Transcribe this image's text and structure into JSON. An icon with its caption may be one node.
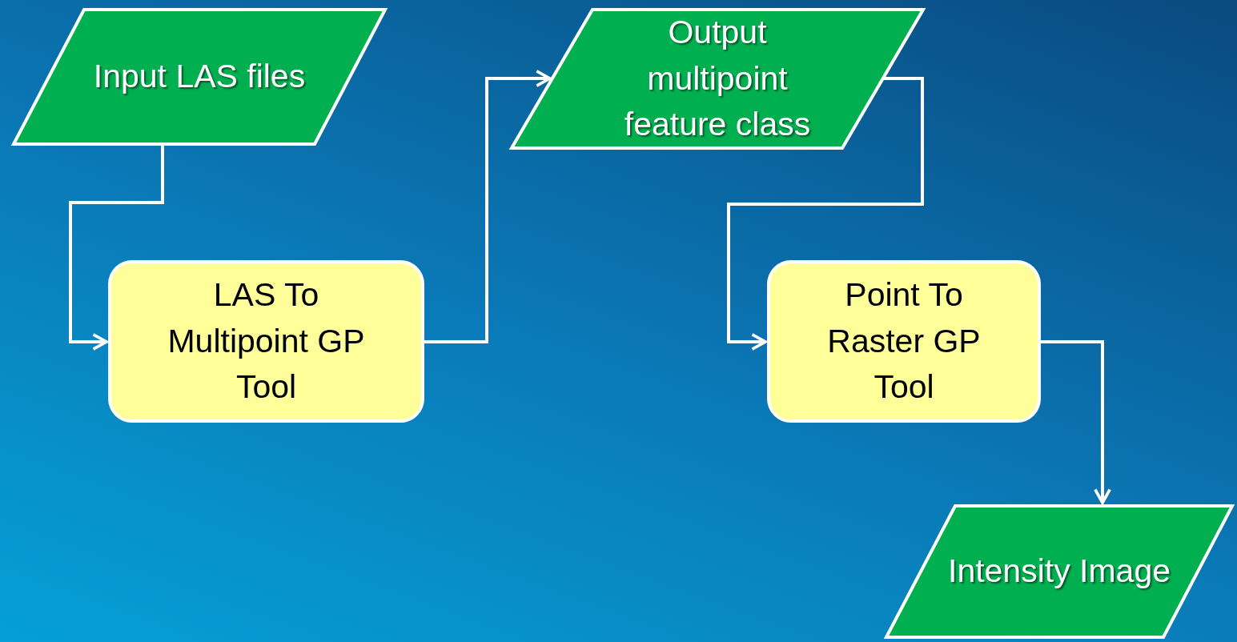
{
  "diagram": {
    "nodes": [
      {
        "text": [
          "Input LAS files"
        ]
      },
      {
        "text": [
          "LAS To Multipoint GP Tool"
        ]
      },
      {
        "text": [
          "Output multipoint feature class"
        ]
      },
      {
        "text": [
          "Point To Raster GP Tool"
        ]
      },
      {
        "text": [
          "Intensity Image"
        ]
      }
    ],
    "edges": [
      {
        "from": 0,
        "to": 1,
        "arrow": "to"
      },
      {
        "from": 1,
        "to": 2,
        "arrow": "to"
      },
      {
        "from": 2,
        "to": 3,
        "arrow": "to"
      },
      {
        "from": 3,
        "to": 4,
        "arrow": "to"
      }
    ]
  }
}
